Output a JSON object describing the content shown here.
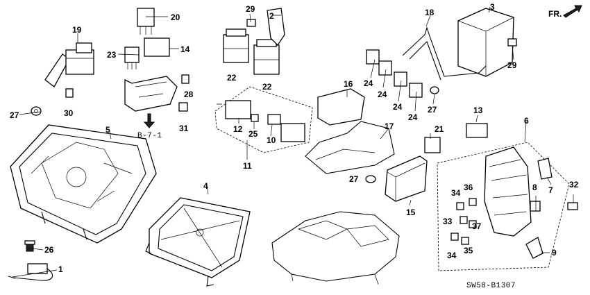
{
  "callouts": {
    "c1": "1",
    "c2": "2",
    "c3": "3",
    "c4": "4",
    "c5": "5",
    "c6": "6",
    "c7": "7",
    "c8": "8",
    "c9": "9",
    "c10": "10",
    "c11": "11",
    "c12": "12",
    "c13": "13",
    "c14": "14",
    "c15": "15",
    "c16": "16",
    "c17": "17",
    "c18": "18",
    "c19": "19",
    "c20": "20",
    "c21": "21",
    "c22a": "22",
    "c22b": "22",
    "c23": "23",
    "c24a": "24",
    "c24b": "24",
    "c24c": "24",
    "c24d": "24",
    "c25": "25",
    "c26": "26",
    "c27a": "27",
    "c27b": "27",
    "c27c": "27",
    "c28": "28",
    "c29a": "29",
    "c29b": "29",
    "c30": "30",
    "c31": "31",
    "c32": "32",
    "c33": "33",
    "c34a": "34",
    "c34b": "34",
    "c35": "35",
    "c36": "36",
    "c37": "37"
  },
  "reference": "B-7-1",
  "direction_label": "FR.",
  "diagram_code": "SW58-B1307"
}
